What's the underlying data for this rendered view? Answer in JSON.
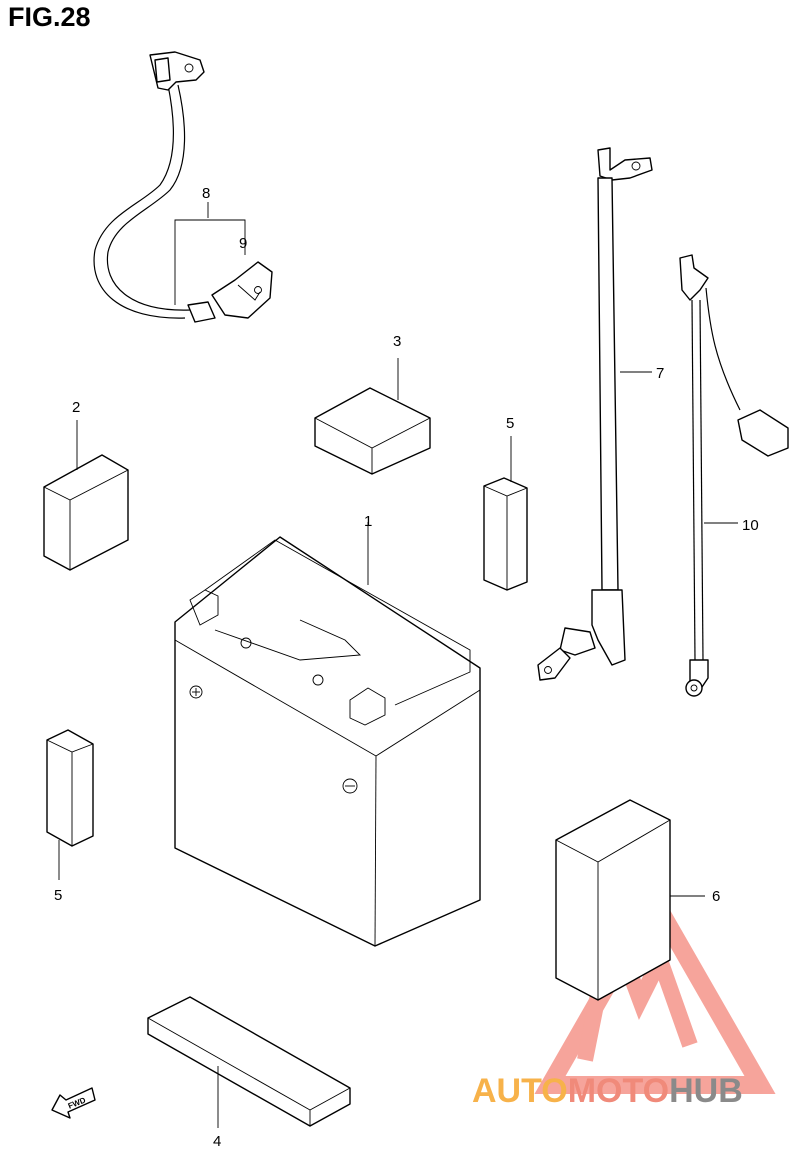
{
  "figure": {
    "title": "FIG.28"
  },
  "callouts": {
    "c1": "1",
    "c2": "2",
    "c3": "3",
    "c4": "4",
    "c5a": "5",
    "c5b": "5",
    "c6": "6",
    "c7": "7",
    "c8": "8",
    "c9": "9",
    "c10": "10"
  },
  "fwd_label": "FWD",
  "watermark": {
    "part1": "AUTO",
    "part2": "MOTO",
    "part3": "HUB",
    "triangle_color": "#f05a4a"
  }
}
